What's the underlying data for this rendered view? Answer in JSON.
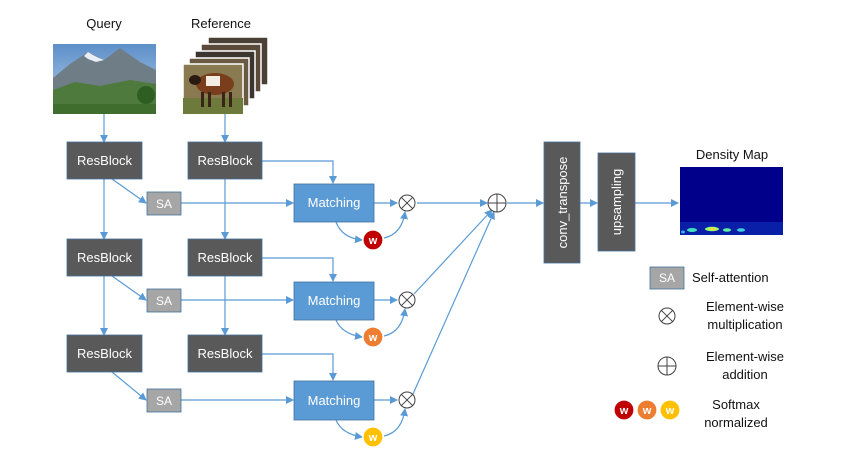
{
  "labels": {
    "query": "Query",
    "reference": "Reference",
    "density_map": "Density Map"
  },
  "blocks": {
    "resblock": "ResBlock",
    "sa": "SA",
    "matching": "Matching",
    "w": "w",
    "conv_transpose": "conv_transpose",
    "upsampling": "upsampling"
  },
  "legend": {
    "sa_box": "SA",
    "self_attention": "Self-attention",
    "mult_line1": "Element-wise",
    "mult_line2": "multiplication",
    "add_line1": "Element-wise",
    "add_line2": "addition",
    "w": "w",
    "softmax_line1": "Softmax",
    "softmax_line2": "normalized"
  },
  "colors": {
    "resblock": "#595959",
    "sa": "#a6a6a6",
    "matching": "#5b9bd5",
    "arrow": "#5b9bd5",
    "w_dark_red": "#c00000",
    "w_orange": "#ed7d31",
    "w_yellow": "#ffc000",
    "density_bg": "#00008b"
  }
}
